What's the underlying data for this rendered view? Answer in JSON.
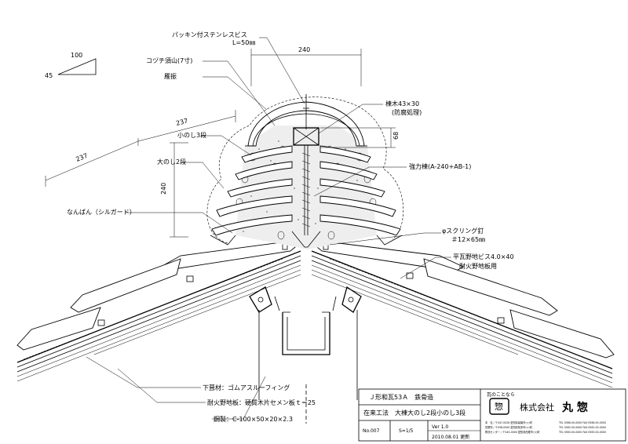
{
  "scale_triangle": {
    "run": "100",
    "rise": "45"
  },
  "dimensions": {
    "ridge_width": "240",
    "slope_upper": "237",
    "slope_lower": "237",
    "stack_height": "240",
    "ridge_beam_height": "68"
  },
  "labels": {
    "screw": "パッキン付ステンレスビス",
    "screw_len": "L=50㎜",
    "kozuchi": "コヅチ須山(7寸)",
    "ganburi": "雁振",
    "konoshi": "小のし3段",
    "oonoshi": "大のし2段",
    "nanban": "なんばん（シルガード）",
    "munagi": "棟木43×30",
    "munagi_note": "(防腐処理)",
    "kyoryokumune": "強力棟(A-240+AB-1)",
    "screw_nail": "φスクリング釘",
    "screw_nail_size": "＃12×65㎜",
    "flat_screw": "平瓦野地ビス4.0×40",
    "flat_screw_note": "耐火野地板用",
    "underlay": "下葺材：ゴムアスルーフィング",
    "fireboard": "耐火野地板：硬質木片セメン板ｔ＝25",
    "steel": "鋼製：C-100×50×20×2.3"
  },
  "title_block": {
    "product": "Ｊ形和瓦53Ａ　鉄骨造",
    "method": "在来工法　大棟大のし2段小のし3段",
    "drawing_no": "No.007",
    "scale": "S=1/5",
    "version": "Ver 1.0",
    "date": "2010.08.01 更新",
    "company": "株式会社",
    "company_name": "丸 惣",
    "logo_caption": "瓦のことなら",
    "logo_char": "惣",
    "address_lines": [
      "本　社／〒447-0026 愛知県碧南市○○町",
      "営業所／〒938-0000 愛知県知多市○○町",
      "物流センター／〒445-0000 愛知県西尾市○○町"
    ],
    "phone_lines": [
      "TEL 0566-00-0000 FAX 0566-00-0000",
      "TEL 0562-00-0000 FAX 0562-00-0000",
      "TEL 0563-00-0000 FAX 0563-00-0000"
    ]
  }
}
